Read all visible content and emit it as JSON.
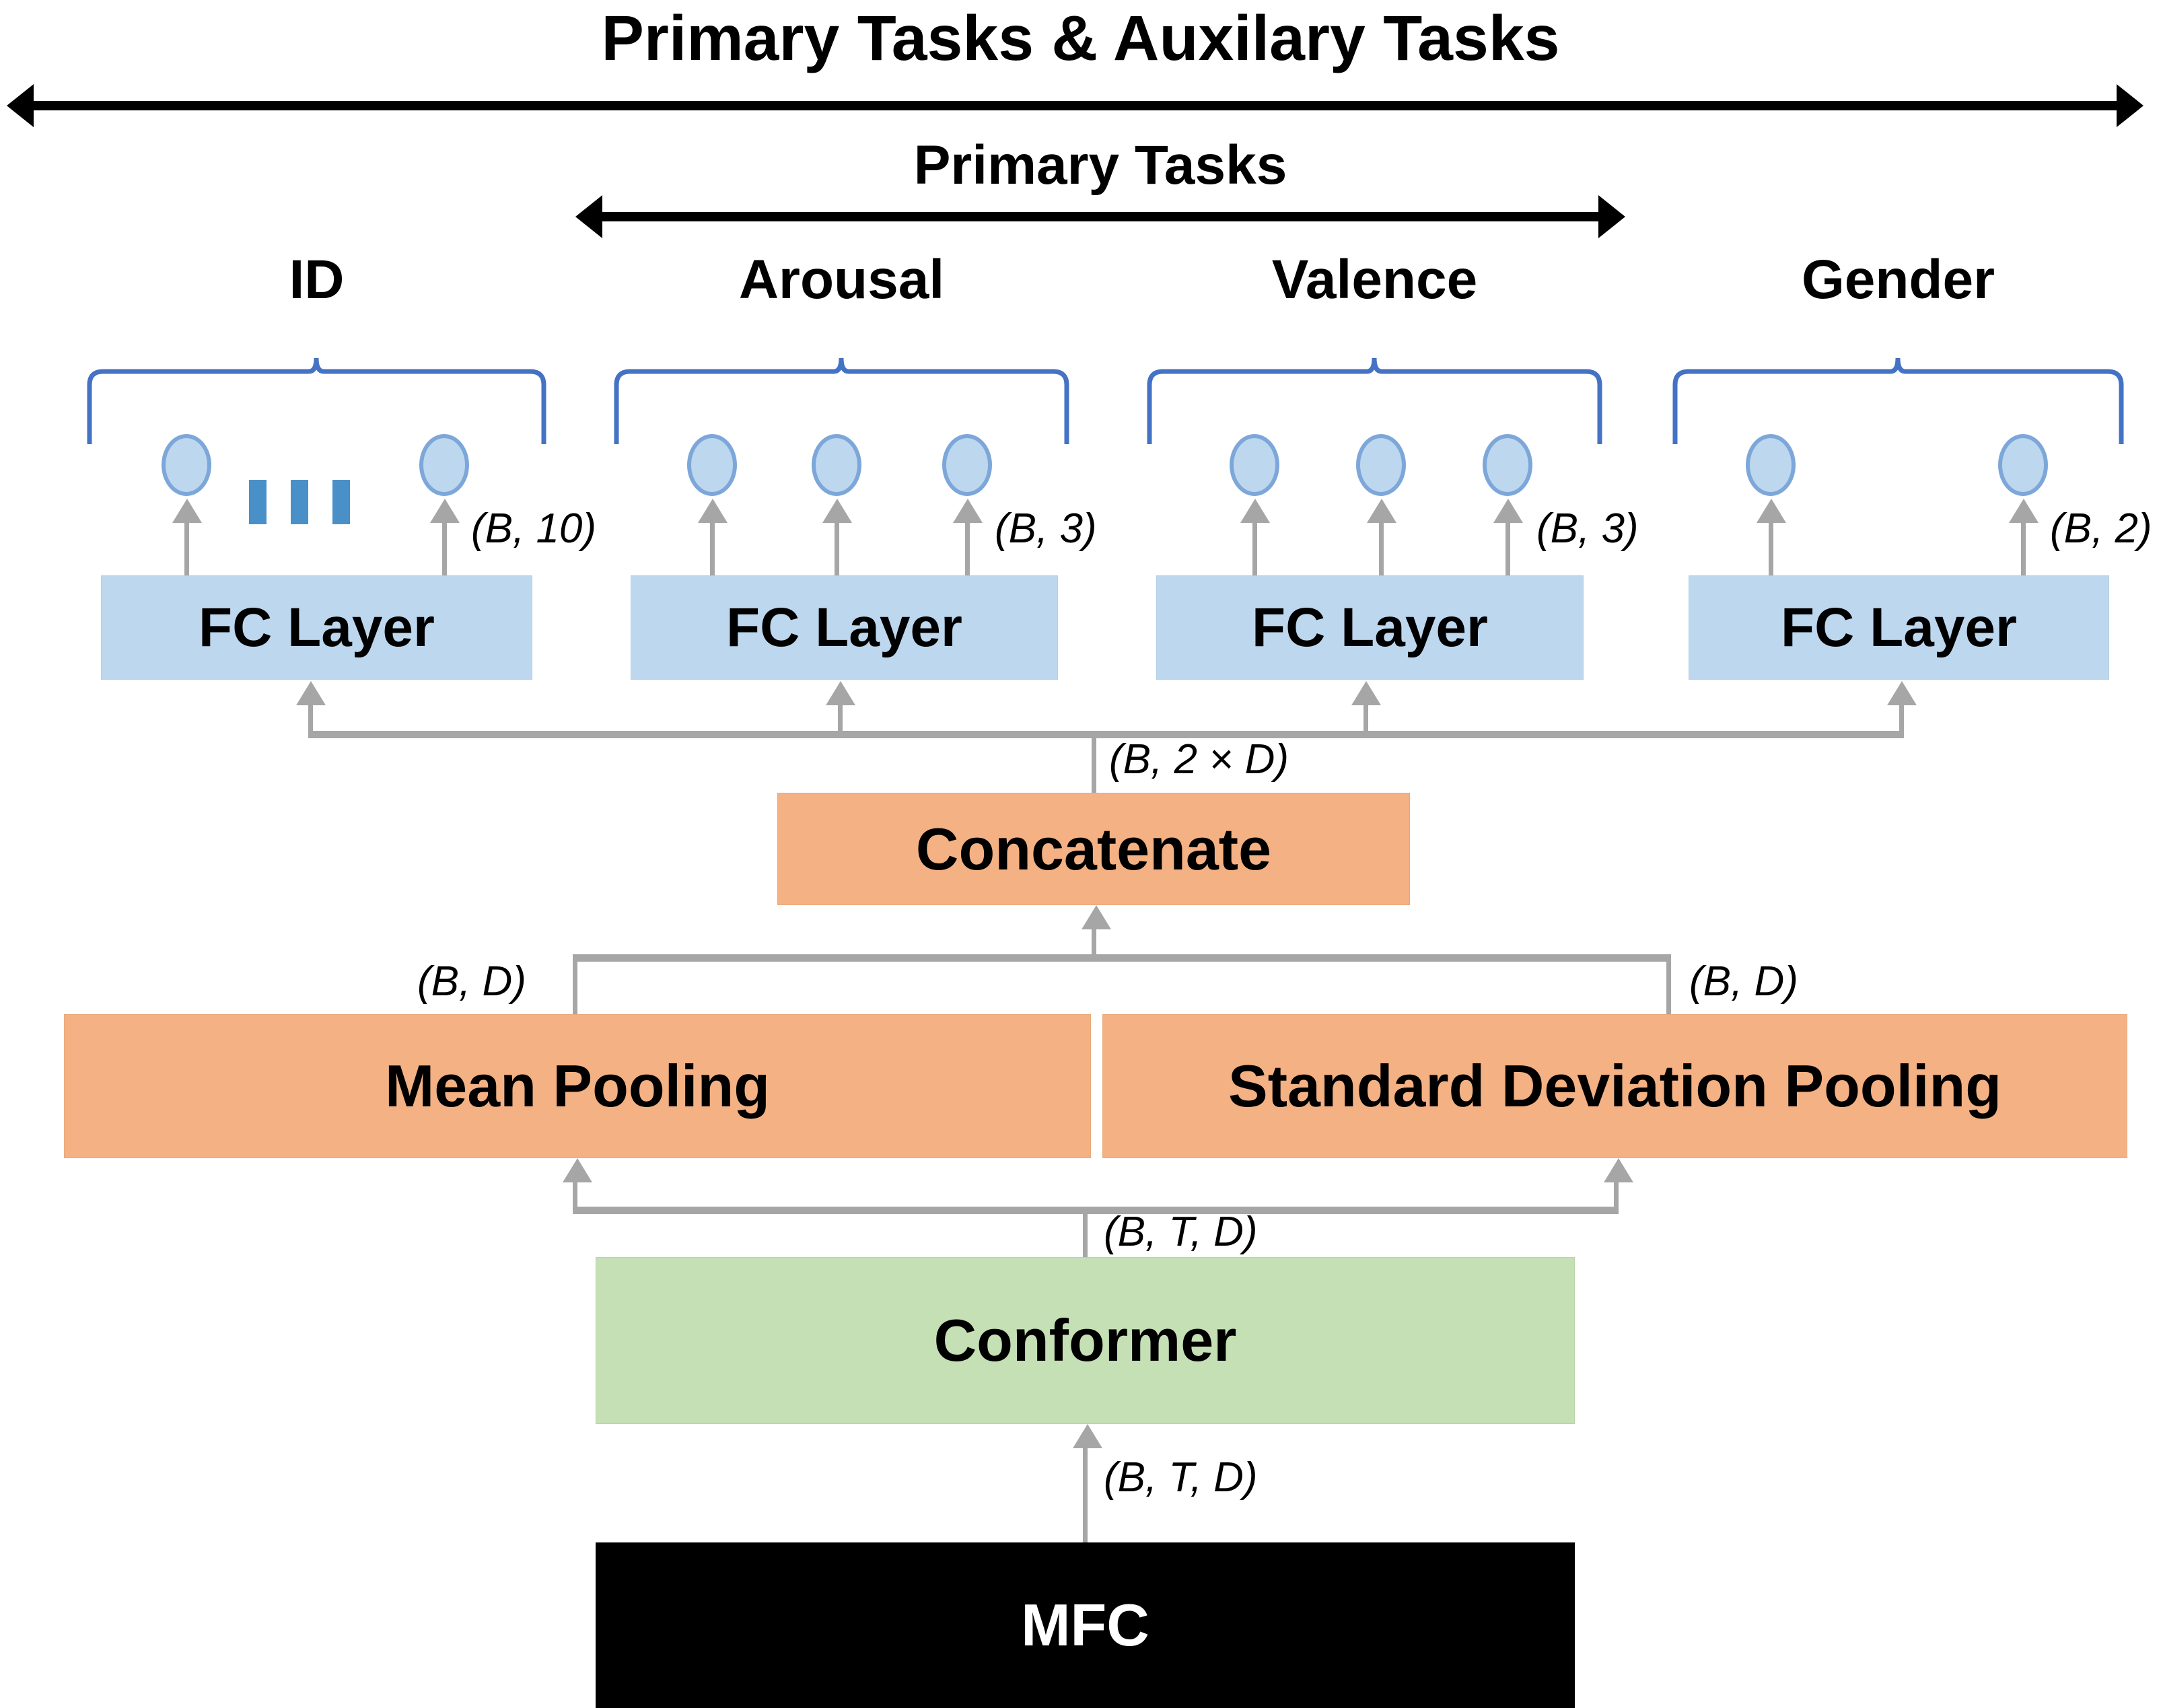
{
  "diagram": {
    "title": "Primary Tasks & Auxilary Tasks",
    "subtitle": "Primary Tasks",
    "colors": {
      "fc_blue": "#BDD7EE",
      "node_blue": "#BDD7EE",
      "node_border": "#7DA7D9",
      "dot_blue": "#4A90C8",
      "orange": "#F4B183",
      "green": "#C5E0B4",
      "black": "#000000",
      "connector_gray": "#A6A6A6",
      "brace_blue": "#4472C4"
    },
    "heads": [
      {
        "label": "ID",
        "shape": "(B, 10)",
        "node_count": 2,
        "has_ellipsis": true,
        "fc_label": "FC Layer"
      },
      {
        "label": "Arousal",
        "shape": "(B, 3)",
        "node_count": 3,
        "has_ellipsis": false,
        "fc_label": "FC Layer"
      },
      {
        "label": "Valence",
        "shape": "(B, 3)",
        "node_count": 3,
        "has_ellipsis": false,
        "fc_label": "FC Layer"
      },
      {
        "label": "Gender",
        "shape": "(B, 2)",
        "node_count": 2,
        "has_ellipsis": false,
        "fc_label": "FC Layer"
      }
    ],
    "blocks": {
      "concatenate": "Concatenate",
      "mean_pooling": "Mean Pooling",
      "std_pooling": "Standard Deviation Pooling",
      "conformer": "Conformer",
      "mfc": "MFC"
    },
    "shape_labels": {
      "concat_out": "(B, 2 × D)",
      "mean_pool_out": "(B, D)",
      "std_pool_out": "(B, D)",
      "conformer_out": "(B, T, D)",
      "mfc_out": "(B, T, D)"
    },
    "icons": {
      "brace": "curly-brace-icon",
      "ellipsis": "ellipsis-dots-icon",
      "arrow_double": "double-headed-arrow-icon",
      "arrow_up": "arrow-up-icon"
    }
  }
}
